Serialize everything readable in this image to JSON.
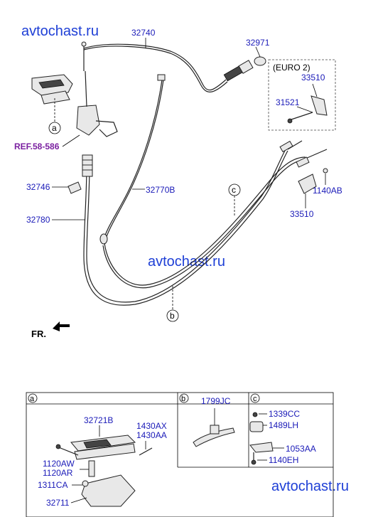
{
  "watermarks": [
    "avtochast.ru",
    "avtochast.ru",
    "avtochast.ru"
  ],
  "labels": {
    "p32740": "32740",
    "p32971": "32971",
    "euro2": "(EURO 2)",
    "p33510_top": "33510",
    "p31521": "31521",
    "ref": "REF.58-586",
    "p32746": "32746",
    "p32770B": "32770B",
    "p1140AB": "1140AB",
    "p33510_bot": "33510",
    "p32780": "32780",
    "callout_a": "a",
    "callout_b": "b",
    "callout_c": "c",
    "fr": "FR."
  },
  "table": {
    "headers": [
      "a",
      "b",
      "c"
    ],
    "b_part": "1799JC",
    "a_parts": [
      "32721B",
      "1430AX",
      "1430AA",
      "1120AW",
      "1120AR",
      "1311CA",
      "32711"
    ],
    "c_parts": [
      "1339CC",
      "1489LH",
      "1053AA",
      "1140EH"
    ]
  }
}
